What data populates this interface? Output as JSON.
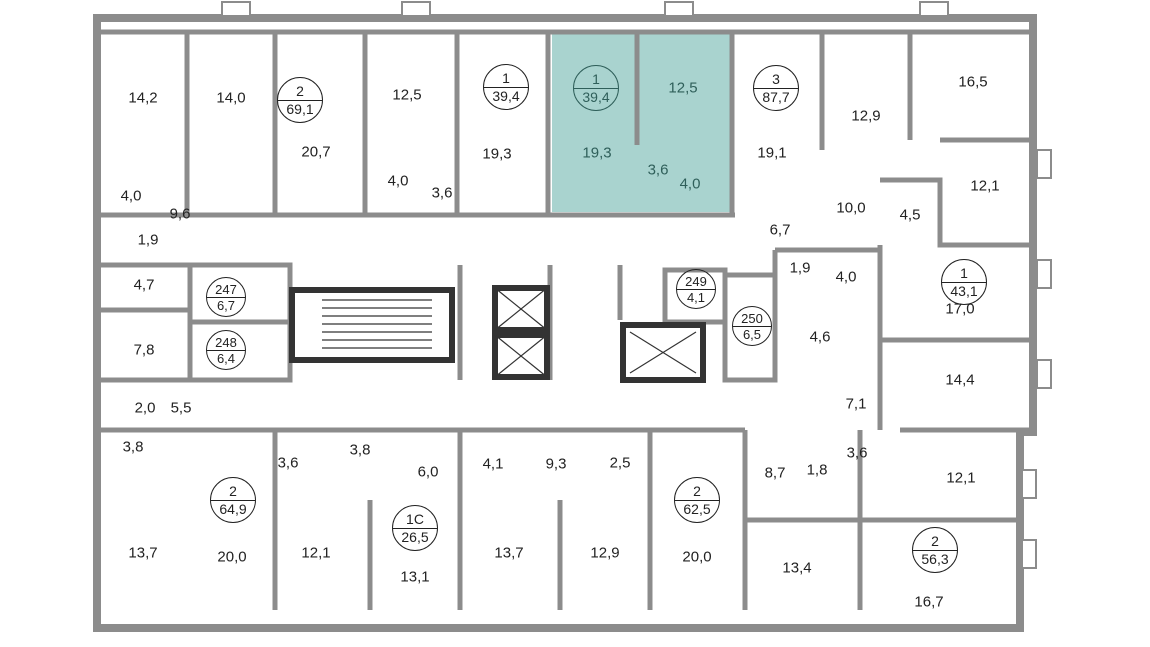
{
  "colors": {
    "highlight": "#a9d3cf",
    "wall": "#8c8c8c",
    "wall_dark": "#333333"
  },
  "apartments": [
    {
      "rooms": "2",
      "area": "69,1"
    },
    {
      "rooms": "1",
      "area": "39,4"
    },
    {
      "rooms": "1",
      "area": "39,4",
      "highlighted": true
    },
    {
      "rooms": "3",
      "area": "87,7"
    },
    {
      "rooms": "1",
      "area": "43,1"
    },
    {
      "rooms": "2",
      "area": "64,9"
    },
    {
      "rooms": "1С",
      "area": "26,5"
    },
    {
      "rooms": "2",
      "area": "62,5"
    },
    {
      "rooms": "2",
      "area": "56,3"
    }
  ],
  "units": [
    {
      "number": "247",
      "area": "6,7"
    },
    {
      "number": "248",
      "area": "6,4"
    },
    {
      "number": "249",
      "area": "4,1"
    },
    {
      "number": "250",
      "area": "6,5"
    }
  ],
  "rooms": [
    "14,2",
    "14,0",
    "20,7",
    "12,5",
    "19,3",
    "19,3",
    "12,5",
    "3,6",
    "4,0",
    "19,1",
    "12,9",
    "16,5",
    "12,1",
    "10,0",
    "4,5",
    "6,7",
    "4,0",
    "9,6",
    "1,9",
    "4,0",
    "3,6",
    "4,7",
    "7,8",
    "2,0",
    "5,5",
    "3,8",
    "1,9",
    "4,0",
    "4,6",
    "17,0",
    "14,4",
    "7,1",
    "3,6",
    "3,8",
    "6,0",
    "4,1",
    "9,3",
    "2,5",
    "8,7",
    "1,8",
    "3,6",
    "12,1",
    "13,7",
    "20,0",
    "12,1",
    "13,1",
    "13,7",
    "12,9",
    "20,0",
    "13,4",
    "16,7"
  ]
}
